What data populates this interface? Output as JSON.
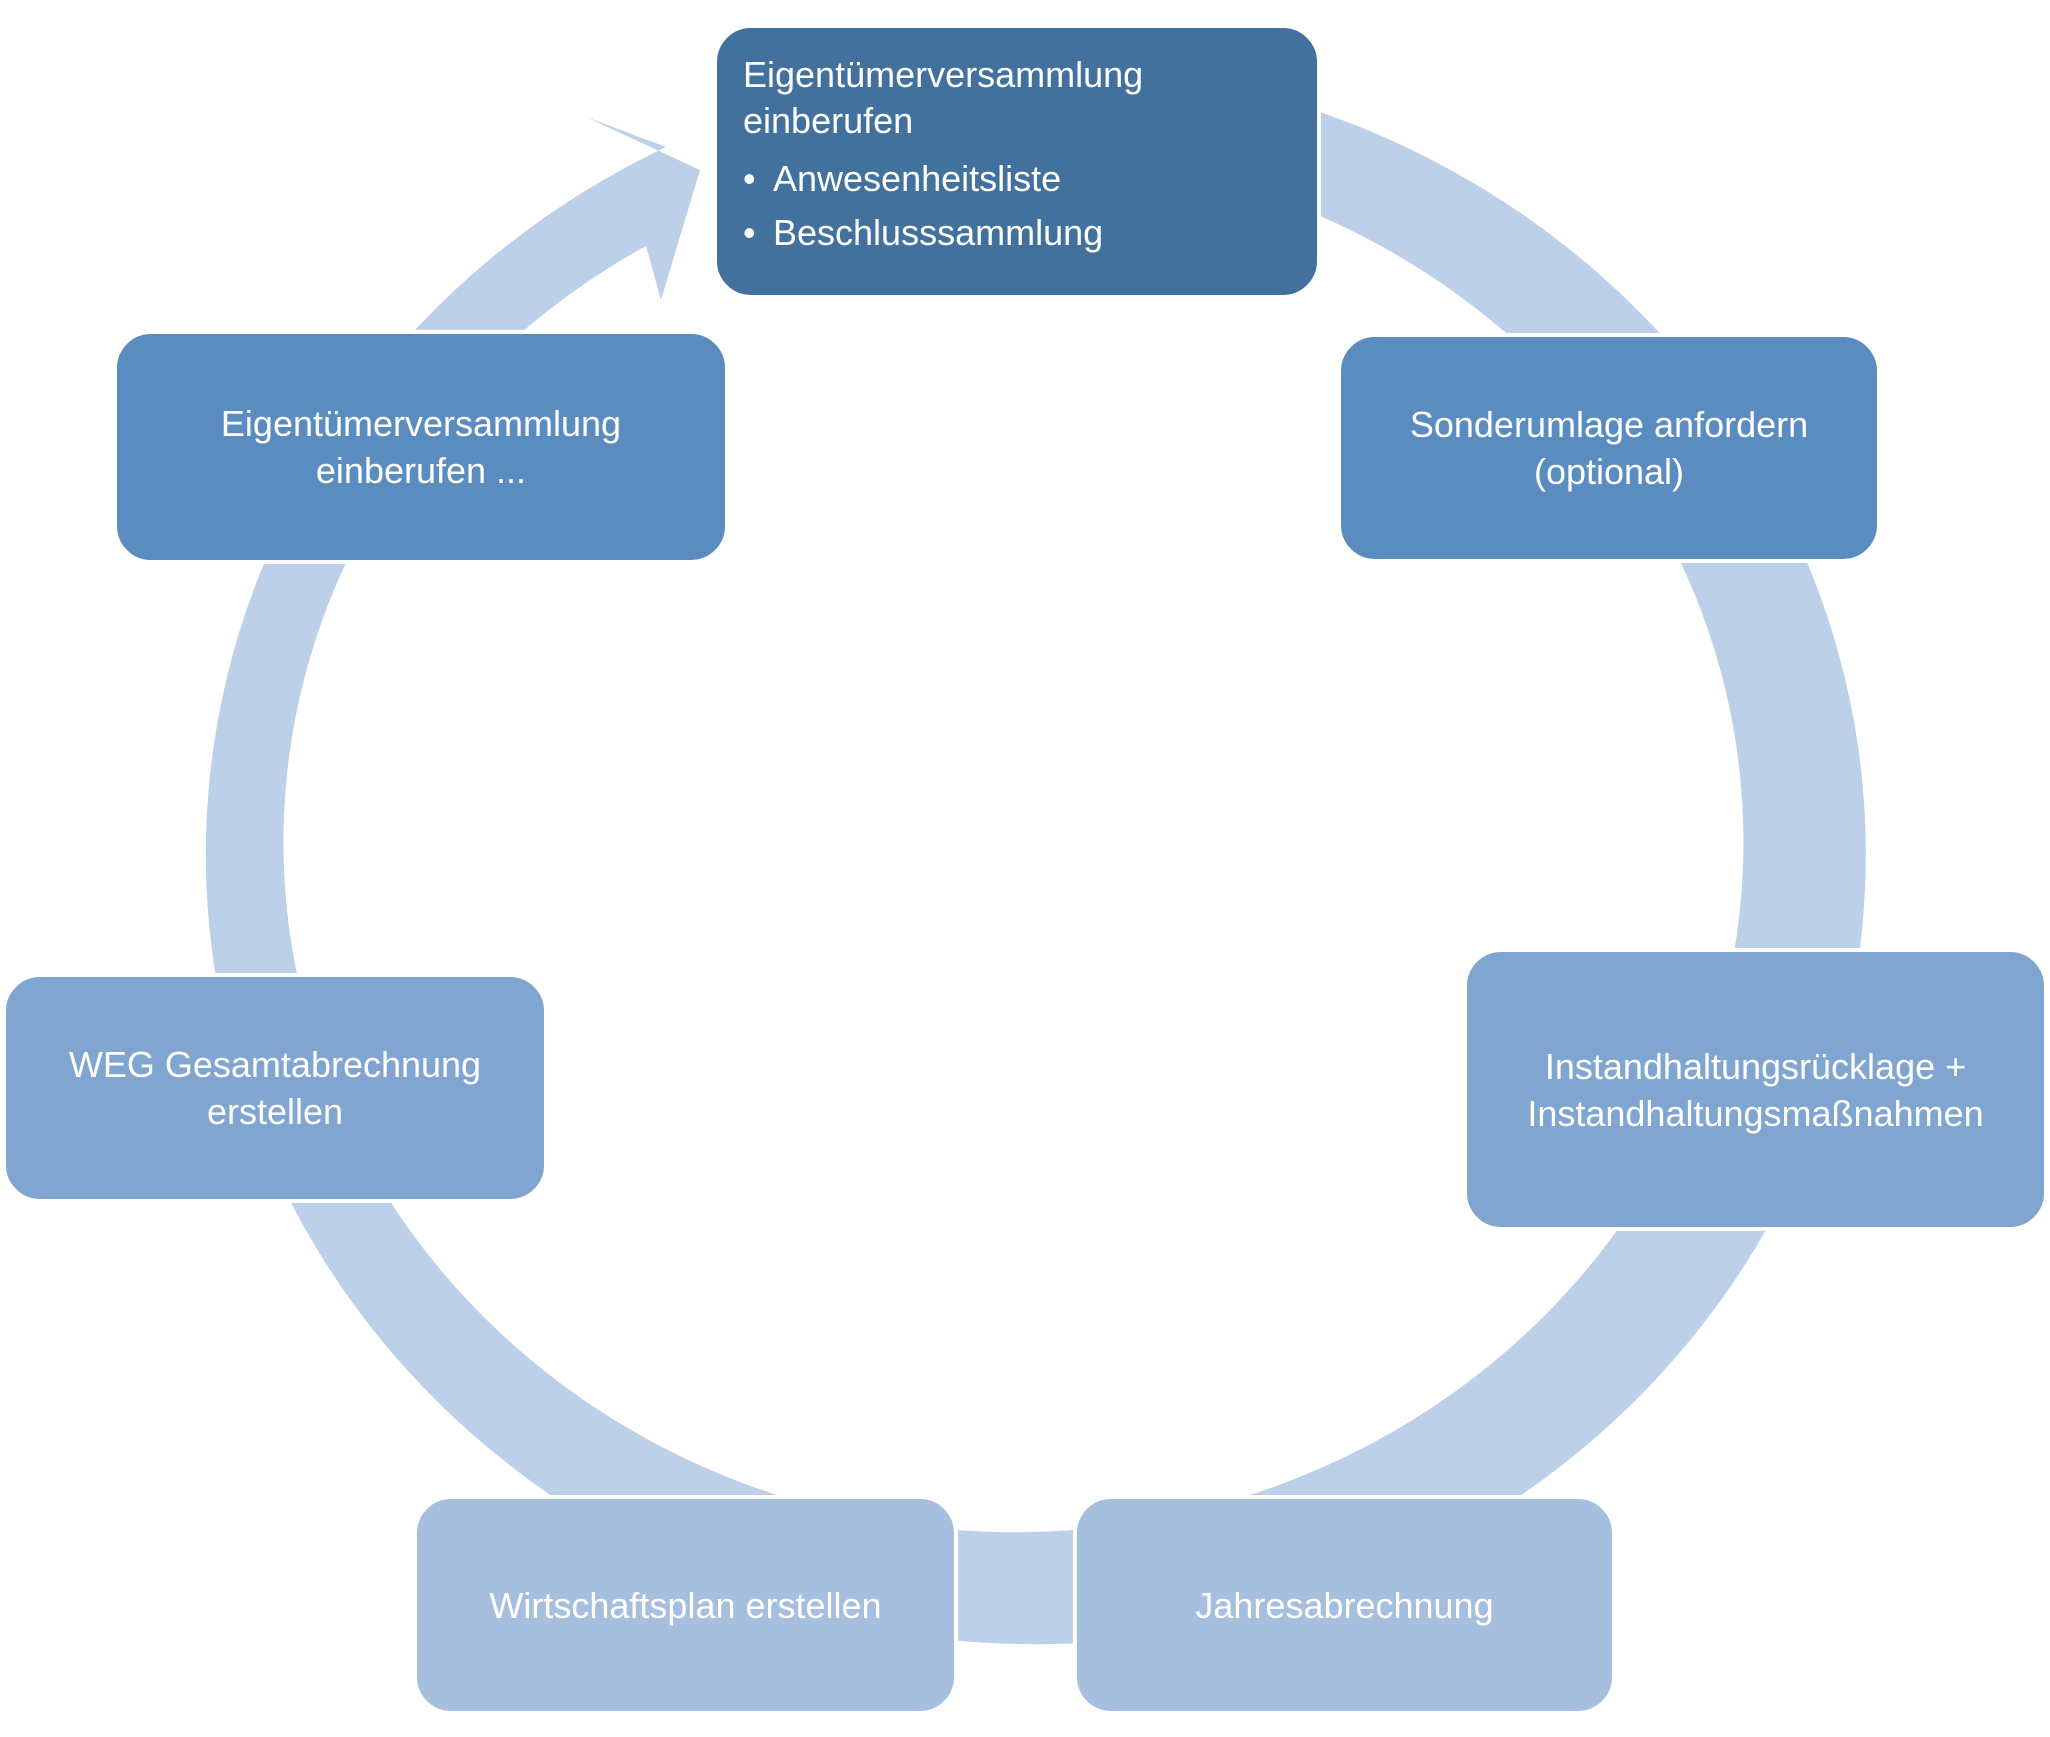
{
  "diagram": {
    "type": "cycle",
    "colors": {
      "ring": "#bdd0e9",
      "node_dark": "#42719e",
      "node_medium": "#5a8cc0",
      "node_light": "#7fa5d0",
      "node_lightest": "#a7bfdf",
      "text": "#ffffff"
    },
    "nodes": {
      "top": {
        "title": "Eigentümerversammlung einberufen",
        "bullets": [
          "Anwesenheitsliste",
          "Beschlusssammlung"
        ]
      },
      "sonder": {
        "line1": "Sonderumlage anfordern",
        "line2": "(optional)"
      },
      "instand": {
        "line1": "Instandhaltungsrücklage +",
        "line2": "Instandhaltungsmaßnahmen"
      },
      "jahres": {
        "line1": "Jahresabrechnung"
      },
      "wirt": {
        "line1": "Wirtschaftsplan erstellen"
      },
      "weg": {
        "line1": "WEG Gesamtabrechnung",
        "line2": "erstellen"
      },
      "eig2": {
        "line1": "Eigentümerversammlung",
        "line2": "einberufen ..."
      }
    }
  }
}
